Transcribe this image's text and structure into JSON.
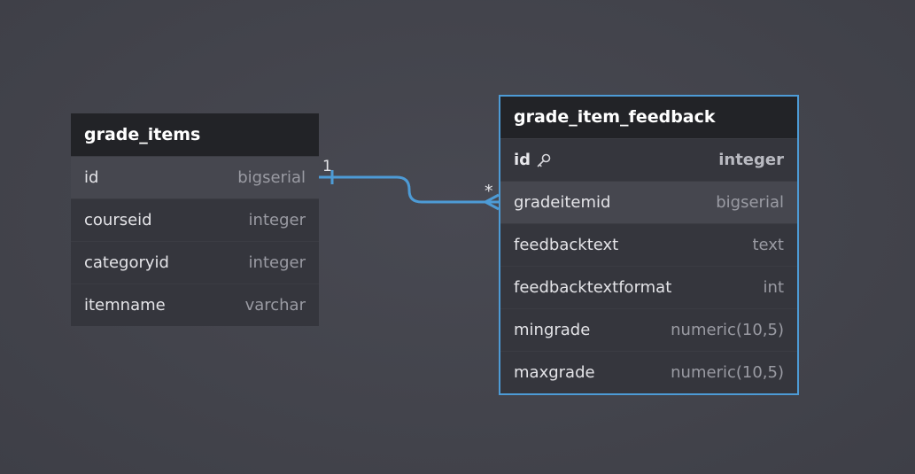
{
  "tables": [
    {
      "name": "grade_items",
      "columns": [
        {
          "name": "id",
          "type": "bigserial",
          "highlight": true,
          "primary_key": false
        },
        {
          "name": "courseid",
          "type": "integer",
          "highlight": false,
          "primary_key": false
        },
        {
          "name": "categoryid",
          "type": "integer",
          "highlight": false,
          "primary_key": false
        },
        {
          "name": "itemname",
          "type": "varchar",
          "highlight": false,
          "primary_key": false
        }
      ]
    },
    {
      "name": "grade_item_feedback",
      "selected": true,
      "columns": [
        {
          "name": "id",
          "type": "integer",
          "highlight": false,
          "primary_key": true,
          "icon": "key-icon"
        },
        {
          "name": "gradeitemid",
          "type": "bigserial",
          "highlight": true,
          "primary_key": false
        },
        {
          "name": "feedbacktext",
          "type": "text",
          "highlight": false,
          "primary_key": false
        },
        {
          "name": "feedbacktextformat",
          "type": "int",
          "highlight": false,
          "primary_key": false
        },
        {
          "name": "mingrade",
          "type": "numeric(10,5)",
          "highlight": false,
          "primary_key": false
        },
        {
          "name": "maxgrade",
          "type": "numeric(10,5)",
          "highlight": false,
          "primary_key": false
        }
      ]
    }
  ],
  "relationship": {
    "from": "grade_items.id",
    "to": "grade_item_feedback.gradeitemid",
    "from_cardinality": "1",
    "to_cardinality": "*",
    "color": "#4d9bd6"
  },
  "colors": {
    "background": "#43444c",
    "header": "#222327",
    "row": "#35363d",
    "row_highlight": "#46474f",
    "selection_border": "#4d9bd6"
  }
}
